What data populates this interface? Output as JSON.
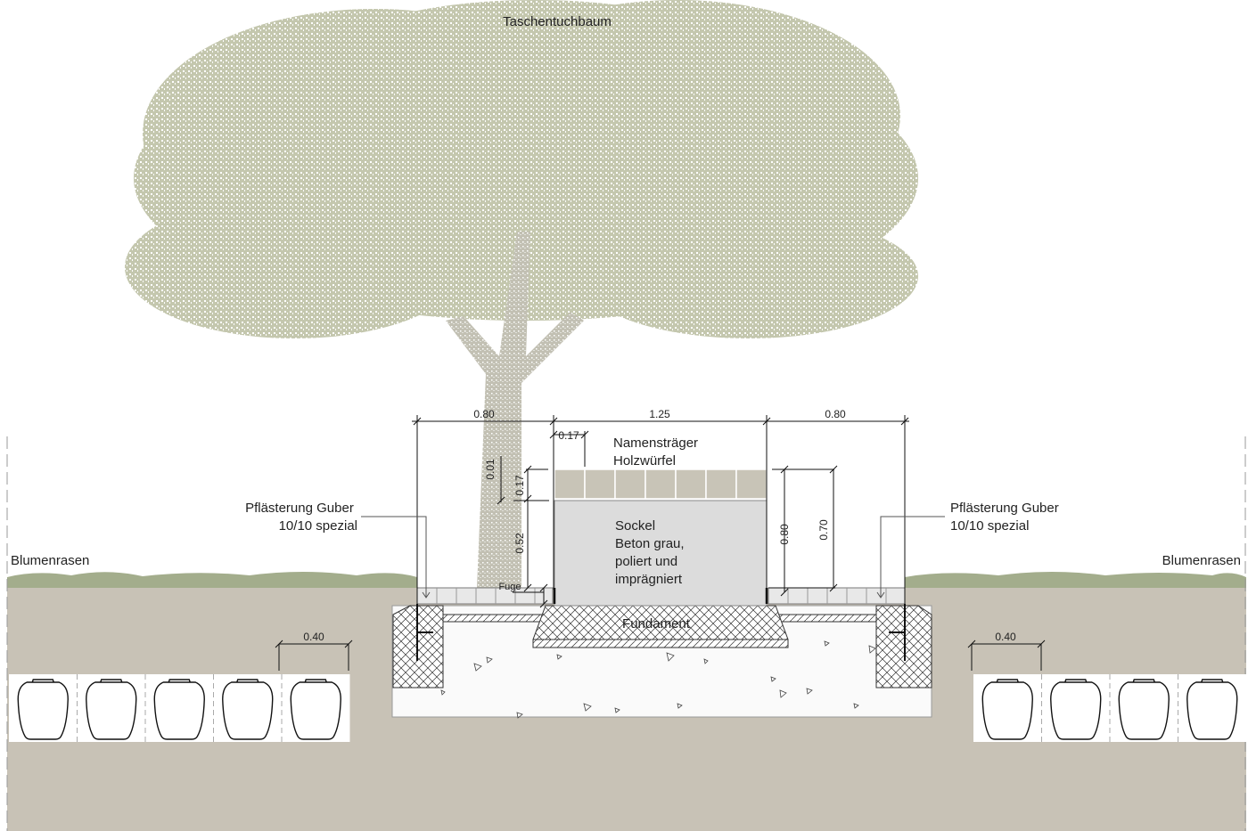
{
  "labels": {
    "tree": "Taschentuchbaum",
    "name_carrier_1": "Namensträger",
    "name_carrier_2": "Holzwürfel",
    "base_1": "Sockel",
    "base_2": "Beton grau,",
    "base_3": "poliert und",
    "base_4": "imprägniert",
    "foundation": "Fundament",
    "joint": "Fuge",
    "paving_left_1": "Pflästerung  Guber",
    "paving_left_2": "10/10 spezial",
    "paving_right_1": "Pflästerung  Guber",
    "paving_right_2": "10/10 spezial",
    "lawn_left": "Blumenrasen",
    "lawn_right": "Blumenrasen"
  },
  "dimensions": {
    "left_width": "0.80",
    "center_width": "1.25",
    "right_width": "0.80",
    "cube_width": "0.17",
    "gap": "0.01",
    "cube_height": "0.17",
    "base_height": "0.52",
    "right_total": "0.80",
    "right_visible": "0.70",
    "urn_left": "0.40",
    "urn_right": "0.40"
  },
  "urns": {
    "left_count": 5,
    "right_count": 4
  },
  "colors": {
    "soil": "#c8c2b6",
    "grass": "#a3ad8c",
    "tree": "#b9bca2",
    "base": "#dcdcdc",
    "cubes": "#c8c4b7"
  }
}
